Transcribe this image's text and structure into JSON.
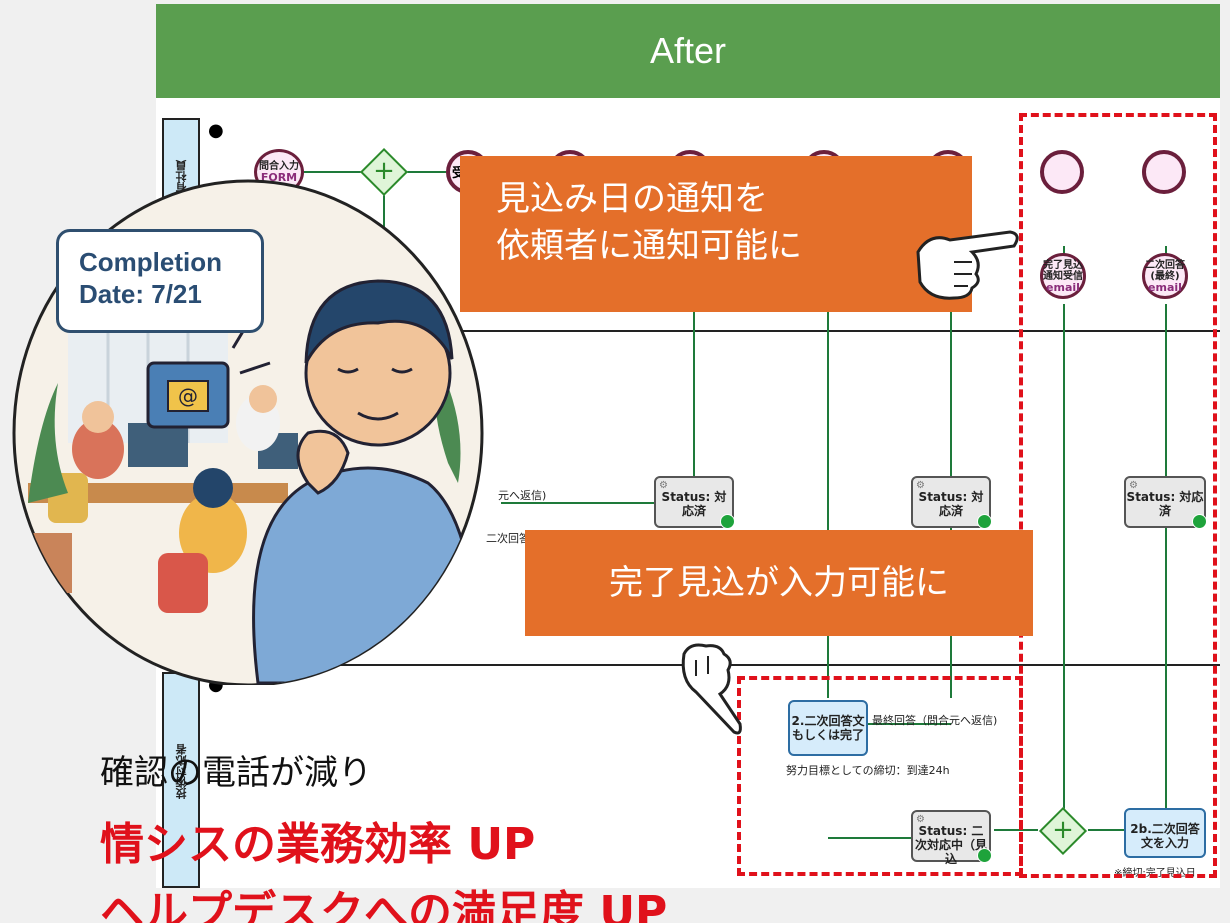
{
  "header": {
    "title": "After"
  },
  "lanes": {
    "top": {
      "name": "保有社員"
    },
    "bottom": {
      "name": "技術対応者"
    }
  },
  "diagram": {
    "start_event_label": "問合入力",
    "start_event_sub": "FORM",
    "top_partial_task": "受",
    "event_completion": {
      "line1": "完了見込",
      "line2": "通知受信",
      "sub": "email"
    },
    "event_second": {
      "line1": "二次回答",
      "line2": "(最終)",
      "sub": "email"
    },
    "status_done": "Status: 対応済",
    "status_second": "Status: 二次対応中（見込",
    "task_second_answer": "2.二次回答文もしくは完了",
    "task_2b": "2b.二次回答文を入力",
    "flow_final_answer": "最終回答（問合元へ返信)",
    "flow_effort": "努力目標としての締切：到達24h",
    "flow_left_1": "元へ返信)",
    "flow_left_2": "二次回答",
    "flow_deadline": "※締切:完了見込日"
  },
  "callouts": {
    "notify": {
      "line1": "見込み日の通知を",
      "line2": "依頼者に通知可能に"
    },
    "input": "完了見込が入力可能に"
  },
  "illustration": {
    "bubble_line1": "Completion",
    "bubble_line2": "Date: 7/21"
  },
  "bottom": {
    "line1": "確認の電話が減り",
    "line2": "情シスの業務効率 UP",
    "line3": "ヘルプデスクへの満足度 UP"
  },
  "colors": {
    "header_bg": "#5a9e4f",
    "callout_bg": "#e46f2a",
    "accent_red": "#e0111b",
    "lane_bg": "#cde9f7"
  }
}
